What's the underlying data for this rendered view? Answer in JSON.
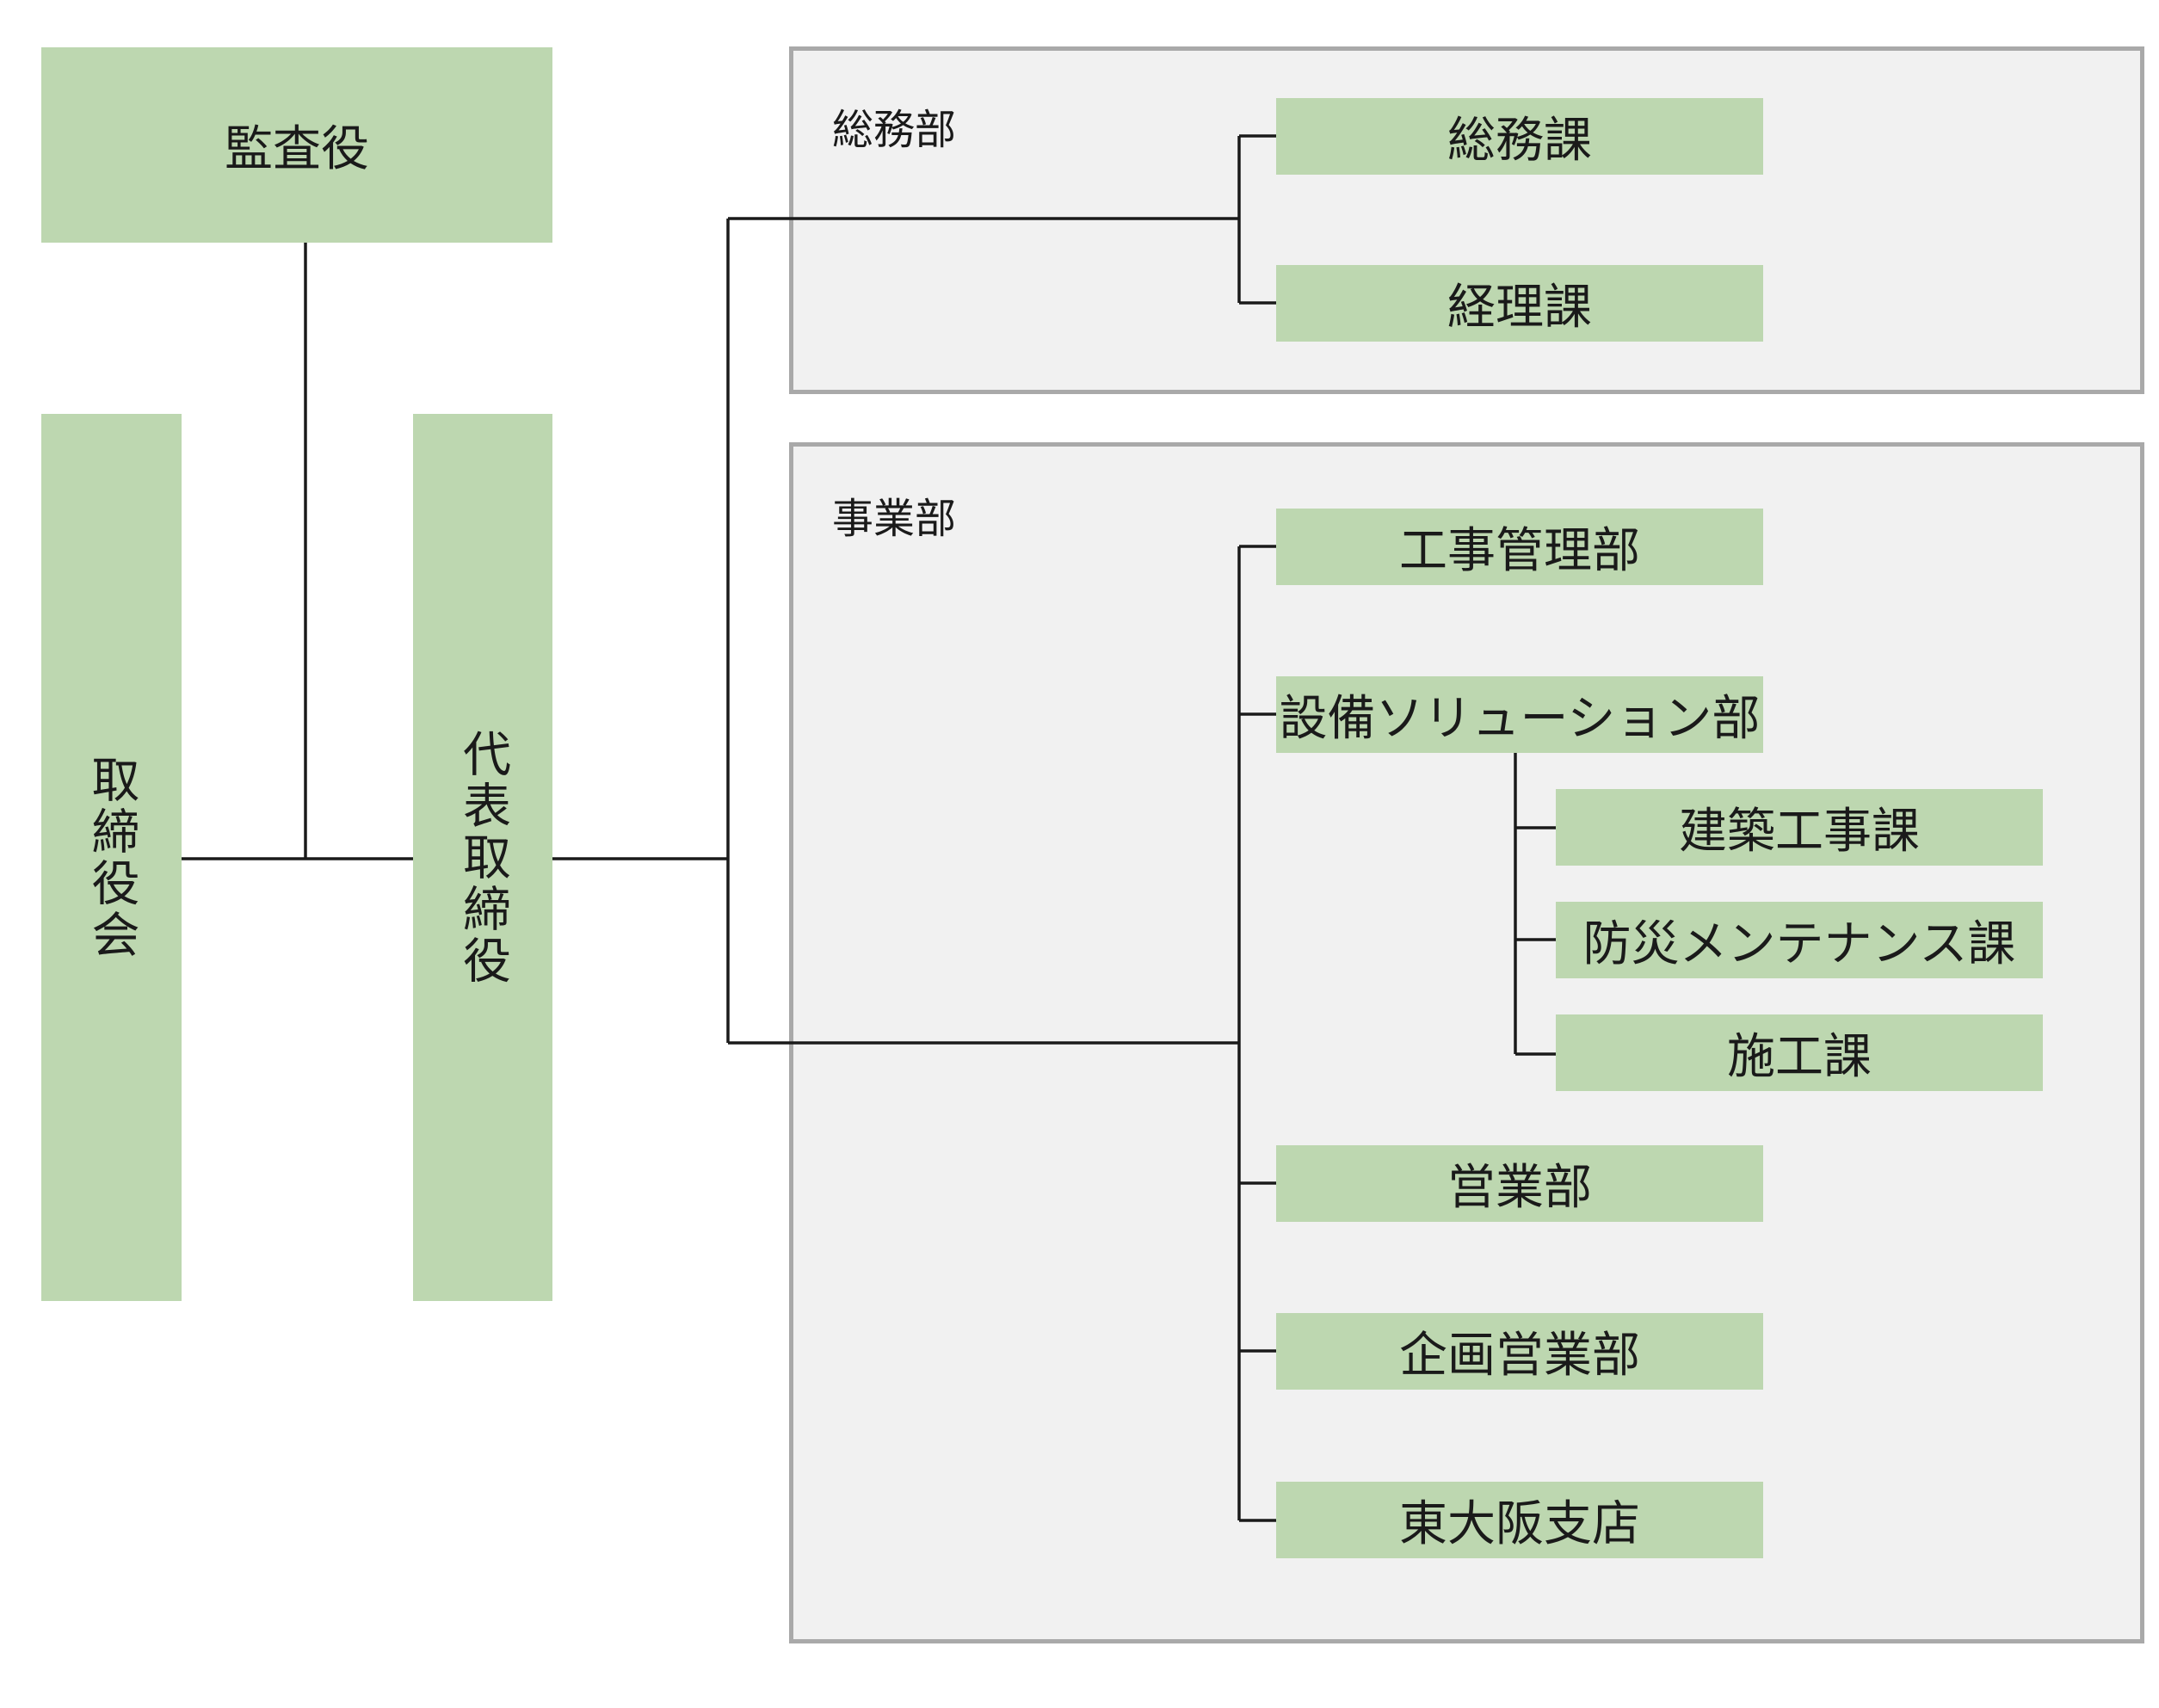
{
  "nodes": {
    "auditor": "監査役",
    "board": "取締役会",
    "president": "代表取締役",
    "general_affairs_section": "総務課",
    "accounting_section": "経理課",
    "construction_management_dept": "工事管理部",
    "facility_solution_dept": "設備ソリューション部",
    "building_construction_section": "建築工事課",
    "disaster_maintenance_section": "防災メンテナンス課",
    "construction_execution_section": "施工課",
    "sales_dept": "営業部",
    "planning_sales_dept": "企画営業部",
    "higashi_osaka_branch": "東大阪支店"
  },
  "groups": {
    "general_affairs_division": "総務部",
    "business_division": "事業部"
  },
  "colors": {
    "node_fill": "#bdd7b0",
    "group_fill": "#f1f1f1",
    "group_border": "#a9a9a9",
    "line": "#1a1a1a"
  }
}
